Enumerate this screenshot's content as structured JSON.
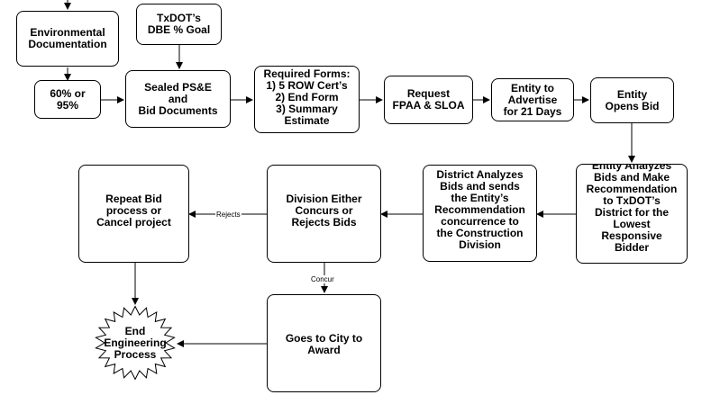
{
  "nodes": {
    "env_doc": [
      "Environmental",
      "Documentation"
    ],
    "dbe_goal": [
      "TxDOT’s",
      "DBE % Goal"
    ],
    "pct": [
      "60% or",
      "95%"
    ],
    "sealed": [
      "Sealed PS&E",
      "and",
      "Bid Documents"
    ],
    "forms": [
      "Required Forms:",
      "1) 5 ROW Cert’s",
      "2) End Form",
      "3) Summary",
      "Estimate"
    ],
    "fpaa": [
      "Request",
      "FPAA & SLOA"
    ],
    "advertise": [
      "Entity to",
      "Advertise",
      "for 21 Days"
    ],
    "opens": [
      "Entity",
      "Opens Bid"
    ],
    "analyzes": [
      "Entity Analyzes",
      "Bids and Make",
      "Recommendation",
      "to TxDOT’s",
      "District for the",
      "Lowest",
      "Responsive",
      "Bidder"
    ],
    "district": [
      "District Analyzes",
      "Bids and sends",
      "the Entity’s",
      "Recommendation",
      "concurrence to",
      "the Construction",
      "Division"
    ],
    "division": [
      "Division Either",
      "Concurs or",
      "Rejects Bids"
    ],
    "repeat": [
      "Repeat Bid",
      "process or",
      "Cancel project"
    ],
    "city": [
      "Goes to City to",
      "Award"
    ],
    "end": [
      "End",
      "Engineering",
      "Process"
    ]
  },
  "edge_labels": {
    "rejects": "Rejects",
    "concur": "Concur"
  }
}
